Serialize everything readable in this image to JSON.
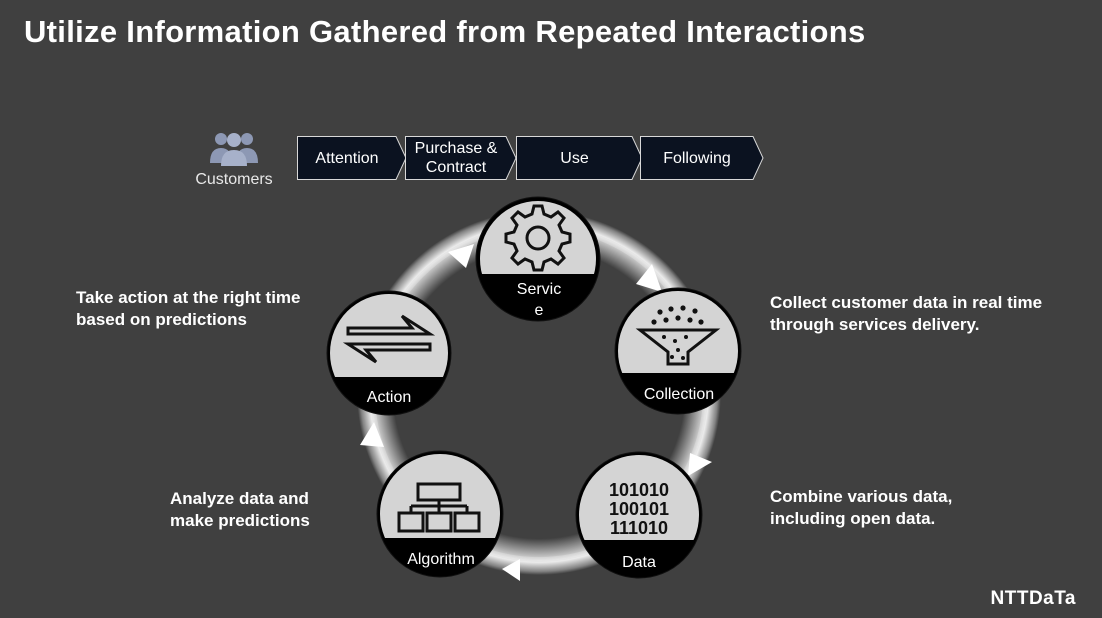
{
  "title": "Utilize Information Gathered from Repeated Interactions",
  "customers": {
    "label": "Customers",
    "icon": "people-group-icon"
  },
  "stages": [
    {
      "label": "Attention"
    },
    {
      "label": "Purchase &\nContract"
    },
    {
      "label": "Use"
    },
    {
      "label": "Following"
    }
  ],
  "nodes": {
    "service": {
      "line1": "Servic",
      "line2": "e",
      "icon": "gear-icon"
    },
    "collection": {
      "label": "Collection",
      "icon": "funnel-icon"
    },
    "data": {
      "label": "Data",
      "icon": "binary-digits-icon",
      "binary": [
        "101010",
        "100101",
        "111010"
      ]
    },
    "algorithm": {
      "label": "Algorithm",
      "icon": "flowchart-icon"
    },
    "action": {
      "label": "Action",
      "icon": "exchange-arrows-icon"
    }
  },
  "descriptions": {
    "action": "Take action at the right time\nbased on predictions",
    "collection": "Collect customer data in real time\nthrough services delivery.",
    "data": "Combine various data,\nincluding open data.",
    "algorithm": "Analyze data and\nmake predictions"
  },
  "logo": "NTTDaTa",
  "colors": {
    "background": "#404040",
    "stage_fill": "#0b1220",
    "node_fill": "#d4d4d4",
    "node_band": "#000000"
  }
}
